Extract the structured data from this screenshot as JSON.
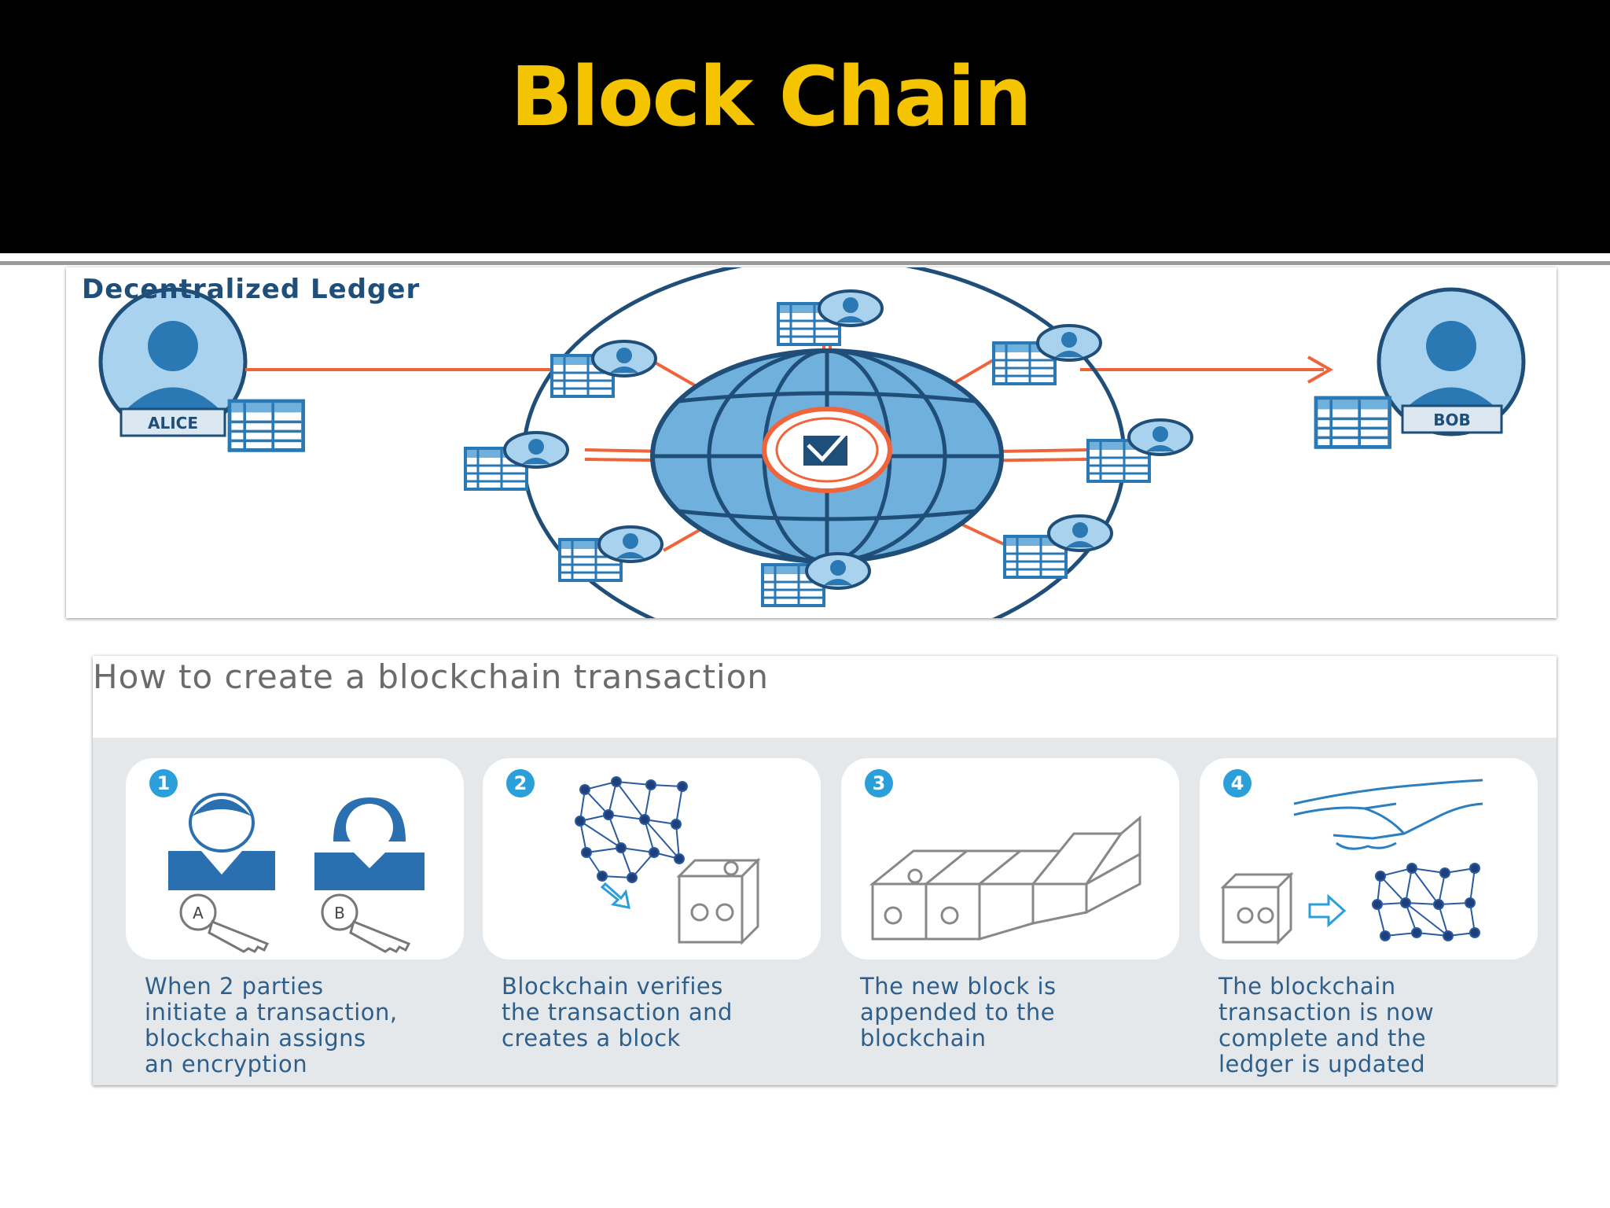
{
  "slide": {
    "title": "Block Chain"
  },
  "ledger": {
    "title": "Decentralized Ledger",
    "sender_label": "ALICE",
    "receiver_label": "BOB"
  },
  "steps": {
    "title": "How to create a blockchain transaction",
    "items": [
      {
        "number": "1",
        "text": "When 2 parties\ninitiate a transaction,\nblockchain assigns\nan encryption",
        "key_a": "A",
        "key_b": "B"
      },
      {
        "number": "2",
        "text": "Blockchain verifies\nthe transaction and\ncreates a block"
      },
      {
        "number": "3",
        "text": "The new block is\nappended to the\nblockchain"
      },
      {
        "number": "4",
        "text": "The blockchain\ntransaction is now\ncomplete and the\nledger is updated"
      }
    ]
  },
  "colors": {
    "title": "#f5c400",
    "header_bg": "#000000",
    "ledger_blue": "#2a78b4",
    "ledger_orange": "#f0643c",
    "step_badge": "#2b9fd9",
    "step_text": "#2e5f8a"
  }
}
